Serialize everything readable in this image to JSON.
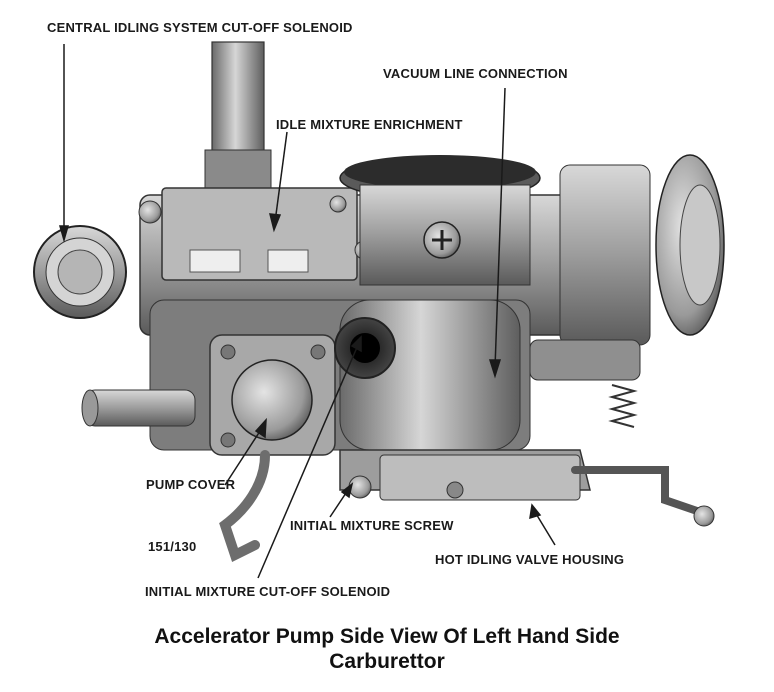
{
  "figure": {
    "labels": {
      "central_idling": "CENTRAL IDLING SYSTEM CUT-OFF SOLENOID",
      "vacuum_line": "VACUUM LINE CONNECTION",
      "idle_enrichment": "IDLE MIXTURE ENRICHMENT",
      "pump_cover": "PUMP COVER",
      "initial_mixture_screw": "INITIAL MIXTURE SCREW",
      "hot_idling": "HOT IDLING VALVE HOUSING",
      "initial_cutoff": "INITIAL MIXTURE CUT-OFF SOLENOID",
      "figure_number": "151/130"
    },
    "caption": {
      "line1": "Accelerator Pump Side View Of Left Hand Side",
      "line2": "Carburettor"
    }
  }
}
